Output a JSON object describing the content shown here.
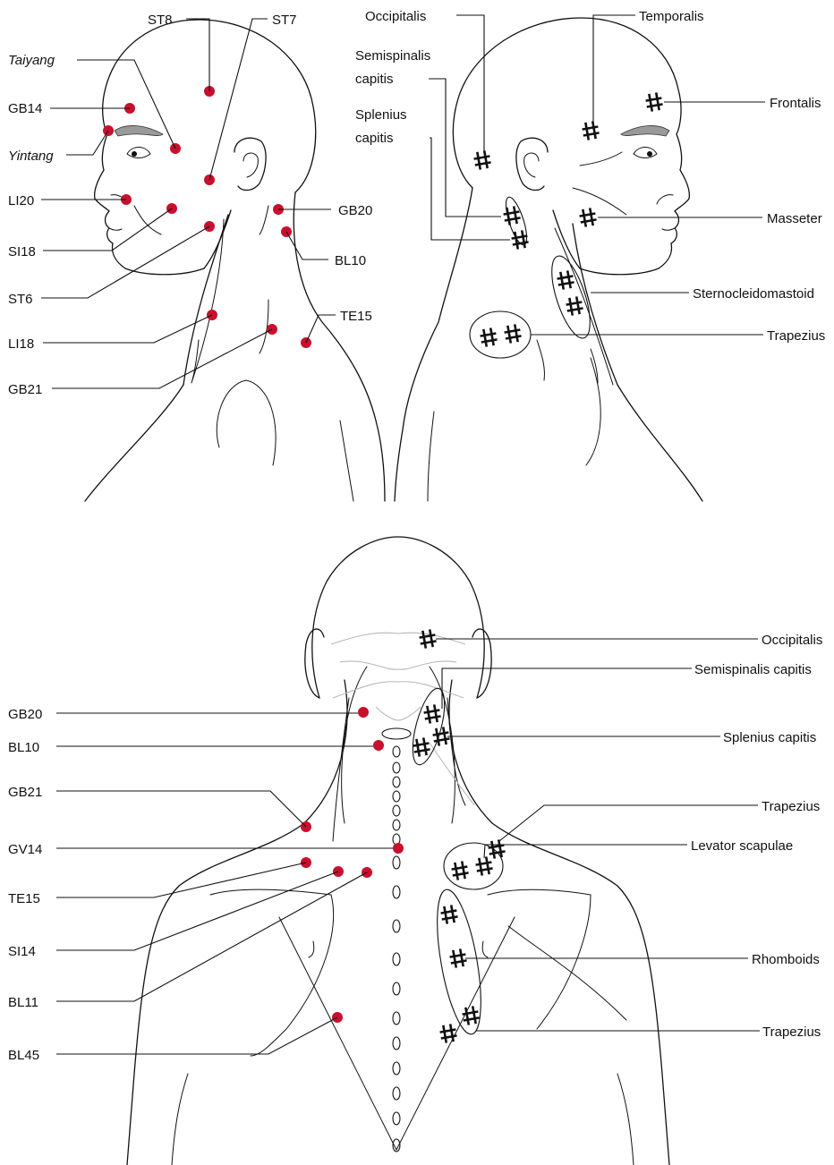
{
  "side_view": {
    "acupoints": [
      "ST8",
      "ST7",
      "Taiyang",
      "GB14",
      "Yintang",
      "LI20",
      "SI18",
      "ST6",
      "LI18",
      "GB21",
      "GB20",
      "BL10",
      "TE15"
    ]
  },
  "side_muscles": {
    "labels": [
      "Occipitalis",
      "Temporalis",
      "Semispinalis",
      "capitis",
      "Frontalis",
      "Splenius",
      "capitis",
      "Masseter",
      "Sternocleidomastoid",
      "Trapezius"
    ]
  },
  "back_view": {
    "acupoints": [
      "GB20",
      "BL10",
      "GB21",
      "GV14",
      "TE15",
      "SI14",
      "BL11",
      "BL45"
    ],
    "muscles": [
      "Occipitalis",
      "Semispinalis capitis",
      "Splenius capitis",
      "Trapezius",
      "Levator scapulae",
      "Rhomboids",
      "Trapezius"
    ]
  },
  "colors": {
    "acupoint": "#c8102e",
    "line": "#111111",
    "muscle_mark": "#111111"
  },
  "marker_icons": {
    "acupoint": "red-dot",
    "trigger_point": "hash-mark"
  }
}
